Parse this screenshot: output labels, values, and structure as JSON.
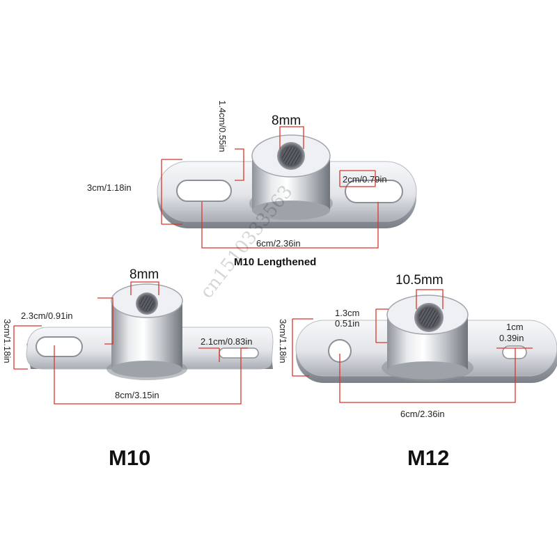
{
  "watermark": "cn1510333563",
  "top_part": {
    "caption": "M10 Lengthened",
    "thread_label": "8mm",
    "height_label": "1.4cm/0.55in",
    "width_label": "3cm/1.18in",
    "slot_label": "2cm/0.79in",
    "spacing_label": "6cm/2.36in"
  },
  "left_part": {
    "model_label": "M10",
    "thread_label": "8mm",
    "height_label": "2.3cm/0.91in",
    "width_label": "3cm/1.18in",
    "slot_label": "2.1cm/0.83in",
    "length_label": "8cm/3.15in"
  },
  "right_part": {
    "model_label": "M12",
    "thread_label": "10.5mm",
    "height_label_cm": "1.3cm",
    "height_label_in": "0.51in",
    "width_label": "3cm/1.18in",
    "slot_label_cm": "1cm",
    "slot_label_in": "0.39in",
    "spacing_label": "6cm/2.36in"
  },
  "colors": {
    "dimension_line": "#d9352b",
    "metal_light": "#f4f5f7",
    "metal_dark": "#7c8189",
    "background": "#ffffff"
  }
}
